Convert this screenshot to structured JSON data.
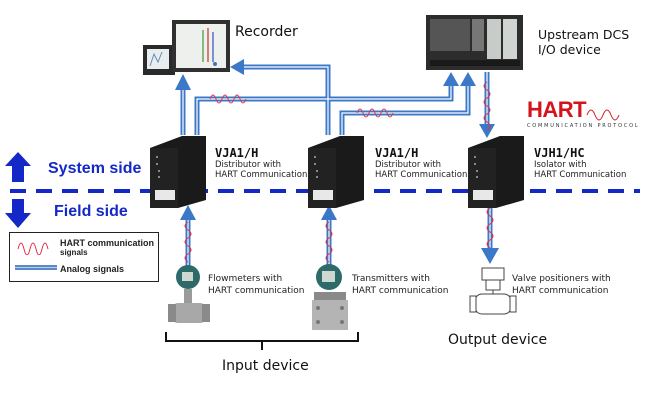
{
  "zones": {
    "system_side": "System side",
    "field_side": "Field side"
  },
  "top_devices": {
    "recorder": "Recorder",
    "dcs_line1": "Upstream  DCS",
    "dcs_line2": "I/O device"
  },
  "logo": {
    "name": "HART",
    "subtitle": "COMMUNICATION PROTOCOL"
  },
  "modules": [
    {
      "model": "VJA1/H",
      "desc_line1": "Distributor with",
      "desc_line2": "HART Communication"
    },
    {
      "model": "VJA1/H",
      "desc_line1": "Distributor with",
      "desc_line2": "HART Communication"
    },
    {
      "model": "VJH1/HC",
      "desc_line1": "Isolator with",
      "desc_line2": "HART Communication"
    }
  ],
  "field_devices": [
    {
      "line1": "Flowmeters with",
      "line2": "HART communication"
    },
    {
      "line1": "Transmitters  with",
      "line2": "HART communication"
    },
    {
      "line1": "Valve positioners  with",
      "line2": "HART communication"
    }
  ],
  "groups": {
    "input": "Input device",
    "output": "Output device"
  },
  "legend": {
    "hart_line1": "HART communication",
    "hart_line2": "signals",
    "analog": "Analog signals"
  },
  "colors": {
    "signal_blue": "#3c78c8",
    "hart_wave": "#e03048",
    "boundary": "#1428c8",
    "hart_logo": "#d4141c"
  }
}
